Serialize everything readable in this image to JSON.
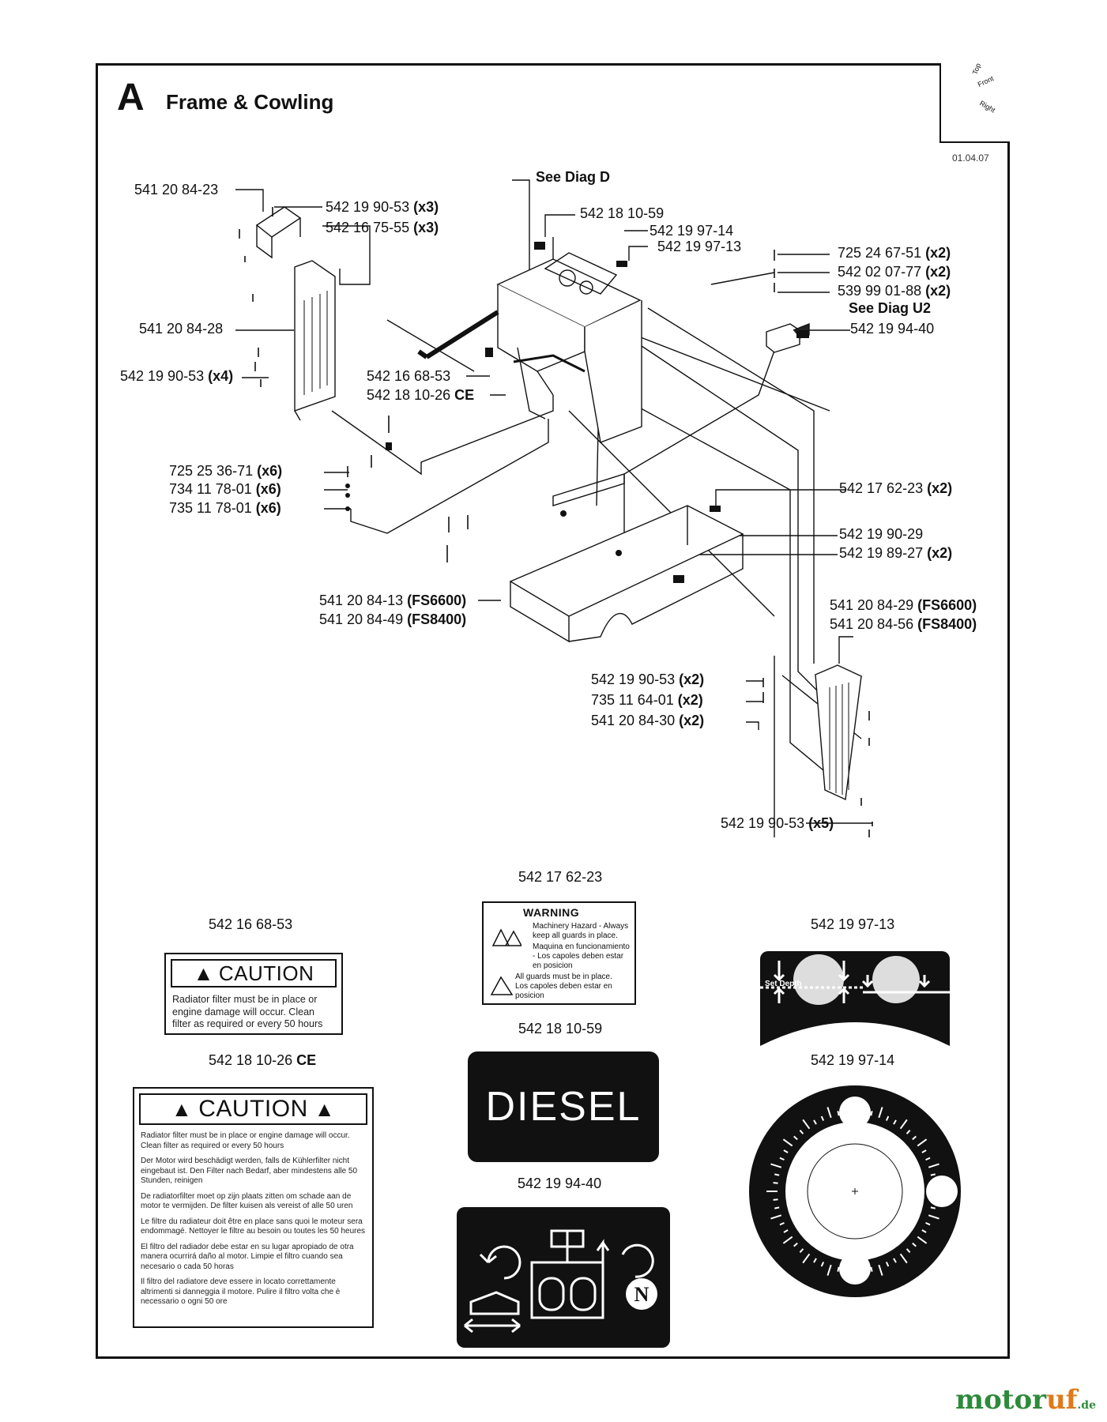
{
  "section": {
    "letter": "A",
    "title": "Frame & Cowling",
    "date": "01.04.07"
  },
  "orientation": {
    "top": "Top",
    "front": "Front",
    "right": "Right"
  },
  "callouts": {
    "c1": {
      "num": "541 20 84-23",
      "qty": ""
    },
    "c2": {
      "num": "542 19 90-53",
      "qty": "(x3)"
    },
    "c3": {
      "num": "542 16 75-55",
      "qty": "(x3)"
    },
    "c4": {
      "num": "541 20 84-28",
      "qty": ""
    },
    "c5": {
      "num": "542 19 90-53",
      "qty": "(x4)"
    },
    "c6": {
      "num": "542 16 68-53",
      "qty": ""
    },
    "c7": {
      "num": "542 18 10-26",
      "qty": "CE"
    },
    "c8": {
      "num": "542 18 10-59",
      "qty": ""
    },
    "c9": {
      "num": "542 19 97-14",
      "qty": ""
    },
    "c10": {
      "num": "542 19 97-13",
      "qty": ""
    },
    "c11": {
      "num": "725 24 67-51",
      "qty": "(x2)"
    },
    "c12": {
      "num": "542 02 07-77",
      "qty": "(x2)"
    },
    "c13": {
      "num": "539 99 01-88",
      "qty": "(x2)"
    },
    "c14": {
      "num": "542 19 94-40",
      "qty": ""
    },
    "c15": {
      "num": "725 25 36-71",
      "qty": "(x6)"
    },
    "c16": {
      "num": "734 11 78-01",
      "qty": "(x6)"
    },
    "c17": {
      "num": "735 11 78-01",
      "qty": "(x6)"
    },
    "c18": {
      "num": "542 17 62-23",
      "qty": "(x2)"
    },
    "c19": {
      "num": "542 19 90-29",
      "qty": ""
    },
    "c20": {
      "num": "542 19 89-27",
      "qty": "(x2)"
    },
    "c21": {
      "num": "541 20 84-13",
      "qty": "(FS6600)"
    },
    "c22": {
      "num": "541 20 84-49",
      "qty": "(FS8400)"
    },
    "c23": {
      "num": "541 20 84-29",
      "qty": "(FS6600)"
    },
    "c24": {
      "num": "541 20 84-56",
      "qty": "(FS8400)"
    },
    "c25": {
      "num": "542 19 90-53",
      "qty": "(x2)"
    },
    "c26": {
      "num": "735 11 64-01",
      "qty": "(x2)"
    },
    "c27": {
      "num": "541 20 84-30",
      "qty": "(x2)"
    },
    "c28": {
      "num": "542 19 90-53",
      "qty": "(x5)"
    }
  },
  "refs": {
    "diag_d": "See Diag D",
    "diag_u2": "See Diag U2"
  },
  "decals": {
    "warning": {
      "part": "542 17 62-23",
      "head": "WARNING",
      "line1": "Machinery Hazard - Always keep all guards in place.",
      "line2": "Maquina en funcionamiento - Los capoles deben estar en posicion",
      "line3": "All guards must be in place.",
      "line4": "Los capoles deben estar en posicion"
    },
    "caution_small": {
      "part": "542 16 68-53",
      "head": "CAUTION",
      "text": "Radiator filter must be in place or engine damage will occur. Clean filter as required or every 50 hours"
    },
    "caution_ce": {
      "part": "542 18 10-26",
      "suffix": "CE",
      "head": "CAUTION",
      "p1": "Radiator filter must be in place or engine damage will occur. Clean filter as required or every 50 hours",
      "p2": "Der Motor wird beschädigt werden, falls de Kühlerfilter nicht eingebaut ist. Den Filter nach Bedarf, aber mindestens alle 50 Stunden, reinigen",
      "p3": "De radiatorfilter moet op zijn plaats zitten om schade aan de motor te vermijden. De filter kuisen als vereist of alle 50 uren",
      "p4": "Le filtre du radiateur doit être en place sans quoi le moteur sera endommagé. Nettoyer le filtre au besoin ou toutes les 50 heures",
      "p5": "El filtro del radiador debe estar en su lugar apropiado de otra manera ocurrirá daño al motor. Limpie el filtro cuando sea necesario o cada 50 horas",
      "p6": "Il filtro del radiatore deve essere in locato correttamente altrimenti si danneggia il motore. Pulire il filtro volta che è necessario o ogni 50 ore"
    },
    "depth": {
      "part": "542 19 97-13",
      "label": "Set Depth"
    },
    "diesel": {
      "part": "542 18 10-59",
      "text": "DIESEL"
    },
    "dial": {
      "part": "542 19 97-14"
    },
    "controls": {
      "part": "542 19 94-40",
      "n": "N"
    }
  },
  "brand": {
    "name1": "motor",
    "name2": "uf",
    "tld": ".de"
  }
}
